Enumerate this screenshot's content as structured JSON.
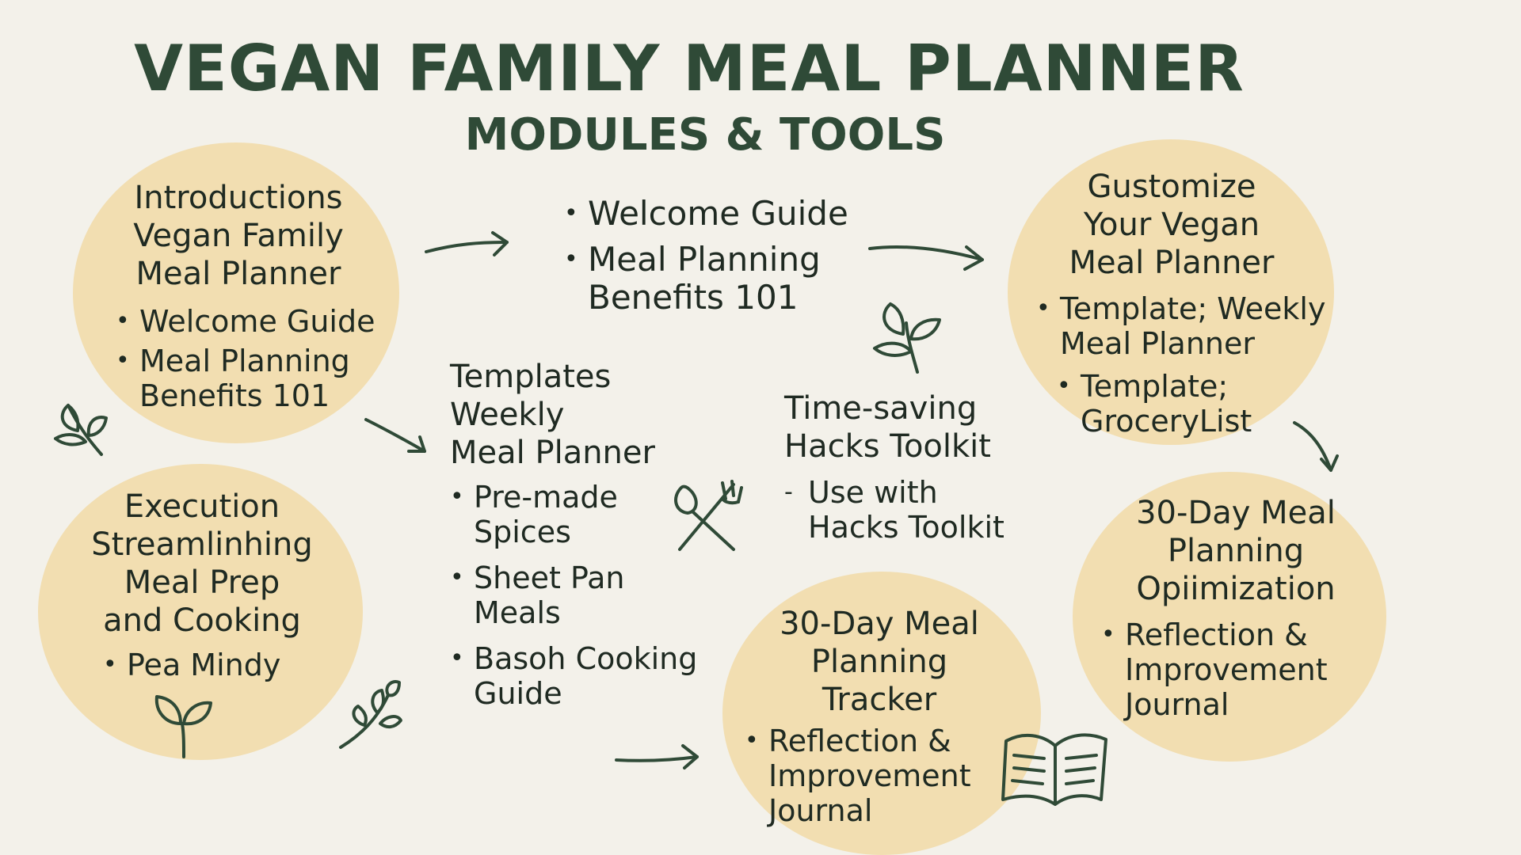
{
  "header": {
    "title": "VEGAN FAMILY MEAL PLANNER",
    "subtitle": "MODULES & TOOLS"
  },
  "colors": {
    "background": "#f3f1ea",
    "circle_fill": "#f2deb1",
    "heading_green": "#2f4a37",
    "text": "#1f2a22"
  },
  "intro": {
    "title_lines": [
      "Introductions",
      "Vegan Family",
      "Meal Planner"
    ],
    "items": [
      "Welcome Guide",
      "Meal Planning Benefits 101"
    ]
  },
  "welcome": {
    "items": [
      "Welcome Guide",
      "Meal Planning Benefits 101"
    ]
  },
  "customize": {
    "title_lines": [
      "Gustomize",
      "Your Vegan",
      "Meal Planner"
    ],
    "items": [
      "Template; Weekly Meal Planner",
      "Template; GroceryList"
    ]
  },
  "templates": {
    "title_lines": [
      "Templates",
      "Weekly",
      "Meal Planner"
    ],
    "items": [
      "Pre-made Spices",
      "Sheet Pan Meals",
      "Basoh Cooking Guide"
    ]
  },
  "hacks": {
    "title_lines": [
      "Time-saving",
      "Hacks Toolkit"
    ],
    "items": [
      "Use with Hacks Toolkit"
    ]
  },
  "execution": {
    "title_lines": [
      "Execution",
      "Streamlinhing",
      "Meal Prep",
      "and Cooking"
    ],
    "items": [
      "Pea Mindy"
    ]
  },
  "tracker": {
    "title_lines": [
      "30-Day Meal",
      "Planning",
      "Tracker"
    ],
    "items": [
      "Reflection & Improvement Journal"
    ]
  },
  "optimization": {
    "title_lines": [
      "30-Day Meal",
      "Planning",
      "Opiimization"
    ],
    "items": [
      "Reflection & Improvement Journal"
    ]
  },
  "icons": [
    "arrow-icon",
    "leaf-sprig-icon",
    "spoon-fork-icon",
    "open-book-icon"
  ]
}
